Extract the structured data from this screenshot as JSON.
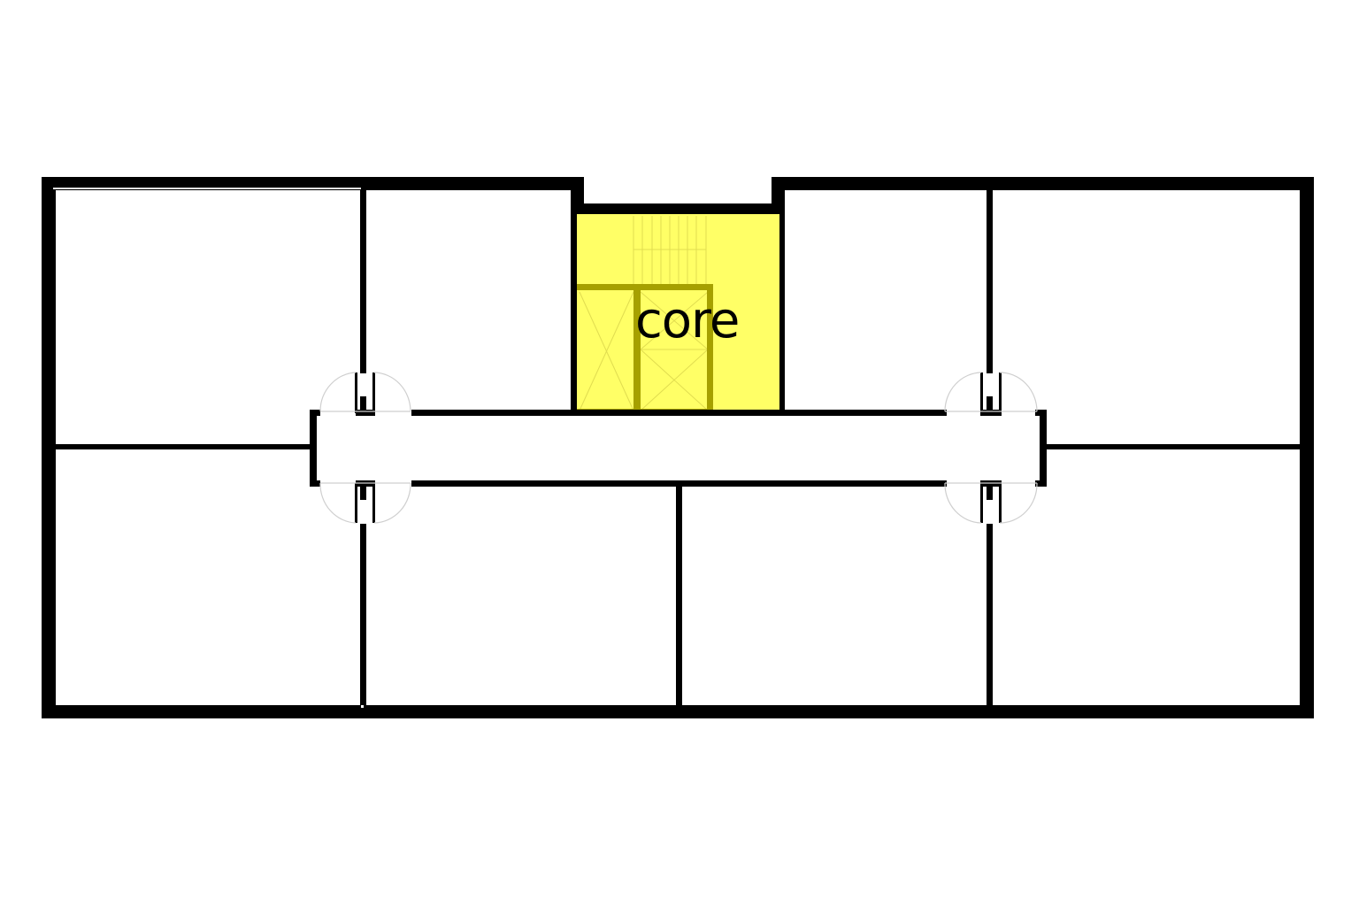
{
  "diagram": {
    "type": "floor-plan",
    "core_label": "core",
    "colors": {
      "wall": "#000000",
      "background": "#ffffff",
      "core_fill": "#ffff66",
      "core_outline": "#a6a000",
      "door_swing": "#cfcfcf"
    },
    "rooms": {
      "upper": [
        "room-upper-1",
        "room-upper-2",
        "core",
        "room-upper-3",
        "room-upper-4"
      ],
      "lower": [
        "room-lower-1",
        "room-lower-2",
        "room-lower-3",
        "room-lower-4"
      ],
      "corridor": "central-corridor"
    },
    "doors": [
      "door-left-top",
      "door-left-bottom",
      "door-right-top",
      "door-right-bottom"
    ]
  }
}
